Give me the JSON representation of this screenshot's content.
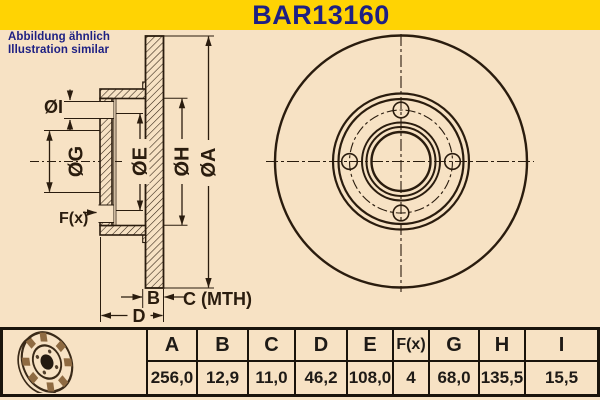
{
  "header": {
    "title": "BAR13160",
    "similarity_note_de": "Abbildung ähnlich",
    "similarity_note_en": "Illustration similar"
  },
  "drawing": {
    "section_labels": {
      "dia_i": "ØI",
      "dia_g": "ØG",
      "dia_e": "ØE",
      "dia_h": "ØH",
      "dia_a": "ØA",
      "holes": "F(x)",
      "thickness": "B",
      "min_thickness": "C (MTH)",
      "height": "D"
    }
  },
  "icons": {
    "thumbnail": "brake-disc-3d-icon"
  },
  "dimensions_table": {
    "columns": [
      {
        "label": "A",
        "value": "256,0"
      },
      {
        "label": "B",
        "value": "12,9"
      },
      {
        "label": "C",
        "value": "11,0"
      },
      {
        "label": "D",
        "value": "46,2"
      },
      {
        "label": "E",
        "value": "108,0"
      },
      {
        "label": "F(x)",
        "value": "4"
      },
      {
        "label": "G",
        "value": "68,0"
      },
      {
        "label": "H",
        "value": "135,5"
      },
      {
        "label": "I",
        "value": "15,5"
      }
    ]
  },
  "colors": {
    "band_yellow": "#FFD303",
    "background_tan": "#F7E2C4",
    "text_navy": "#1E2083",
    "line_ink": "#2A1C0E"
  }
}
